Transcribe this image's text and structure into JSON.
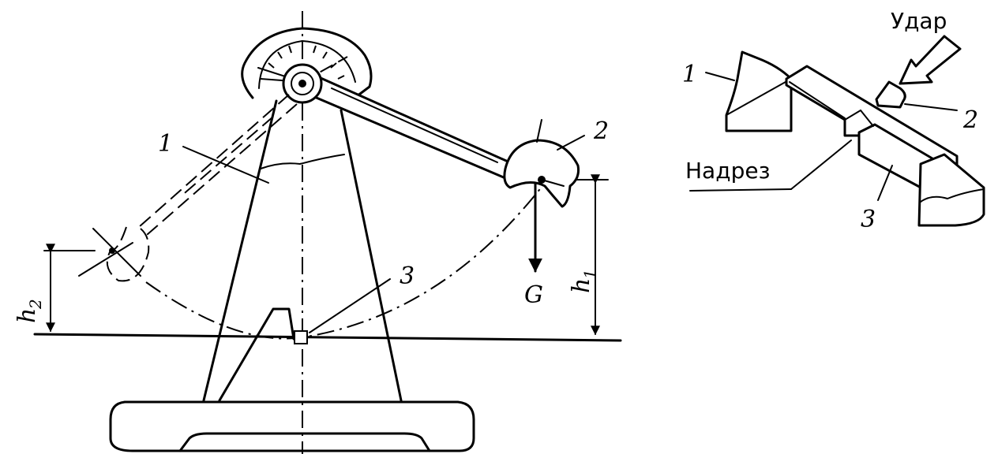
{
  "pendulum": {
    "label_frame": "1",
    "label_hammer": "2",
    "label_specimen": "3",
    "label_weight": "G",
    "label_h1": "h",
    "label_h1_sub": "1",
    "label_h2": "h",
    "label_h2_sub": "2"
  },
  "specimen_detail": {
    "label_impact": "Удар",
    "label_notch": "Надрез",
    "label_support": "1",
    "label_striker": "2",
    "label_specimen": "3"
  }
}
